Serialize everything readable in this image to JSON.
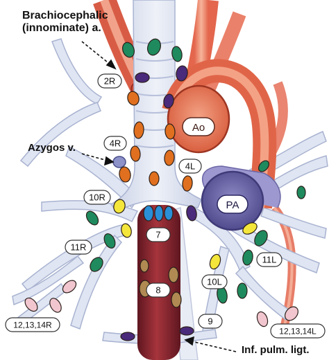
{
  "callouts": {
    "brachiocephalic_line1": "Brachiocephalic",
    "brachiocephalic_line2": "(innominate) a.",
    "azygos": "Azygos v.",
    "inf_pulm_ligt": "Inf. pulm. ligt."
  },
  "vessels": {
    "aorta": "Ao",
    "pulmonary_artery": "PA"
  },
  "stations": {
    "s2R": "2R",
    "s4R": "4R",
    "s4L": "4L",
    "s10R": "10R",
    "s7": "7",
    "s11R": "11R",
    "s11L": "11L",
    "s8": "8",
    "s10L": "10L",
    "s9": "9",
    "s12R": "12,13,14R",
    "s12L": "12,13,14L"
  },
  "colors": {
    "node_green": "#1f8a5e",
    "node_purple": "#4a2a7a",
    "node_orange": "#e0701f",
    "node_yellow": "#f4e63a",
    "node_blue": "#2a8fd6",
    "node_tan": "#b08a52",
    "node_pink": "#f2c6cf",
    "aorta_fill": "#e9785b",
    "pa_fill": "#6e6aa8",
    "esophagus": "#8c2a33",
    "airway": "#dfe5f2"
  }
}
